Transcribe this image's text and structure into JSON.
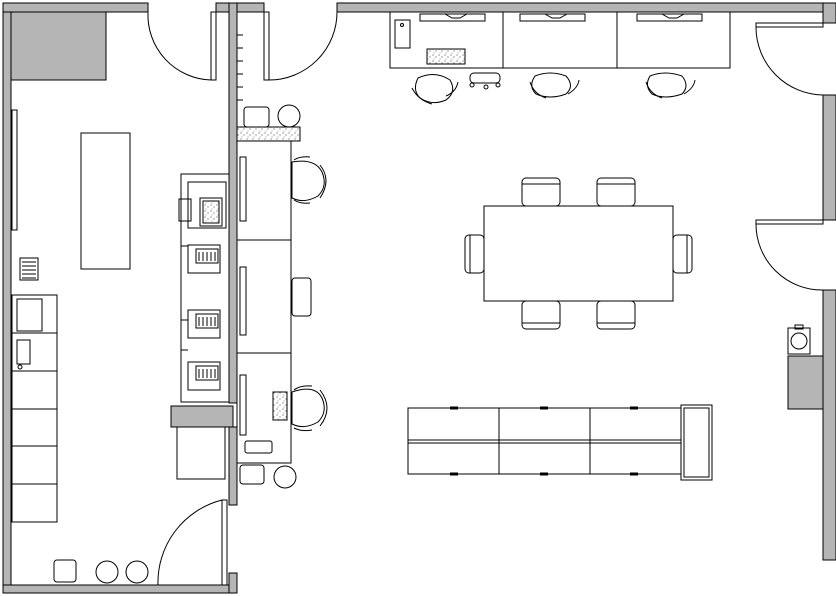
{
  "diagram": {
    "type": "architectural-floor-plan",
    "colors": {
      "line": "#000000",
      "wall_fill": "#b5b5b5",
      "background": "#ffffff",
      "speckle": "#9a9a9a"
    },
    "rooms": [
      {
        "id": "storage-room",
        "doors": 2
      },
      {
        "id": "open-office",
        "doors": 3
      }
    ],
    "furniture": {
      "worktable": 1,
      "printers": 5,
      "desks_along_partition": 3,
      "desk_chairs": 6,
      "top_desks": 3,
      "conference_table": 1,
      "conference_chairs": 6,
      "storage_cabinets": 6,
      "stools": 6,
      "wall_lockers": 6
    }
  }
}
